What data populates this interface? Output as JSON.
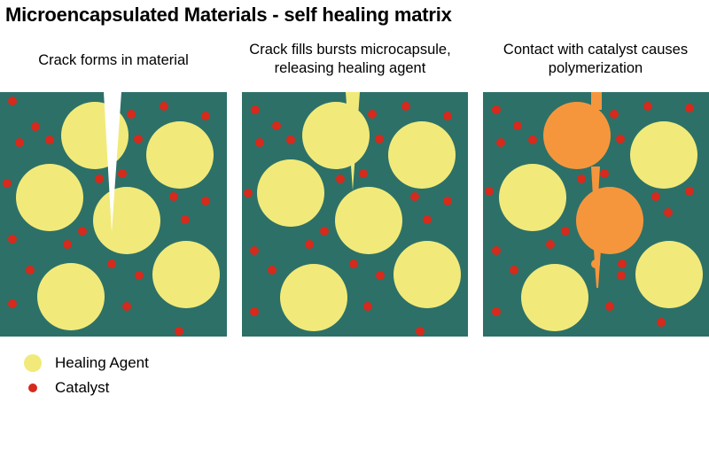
{
  "title": "Microencapsulated Materials - self healing matrix",
  "panels": [
    {
      "caption_lines": [
        "Crack forms in material"
      ]
    },
    {
      "caption_lines": [
        "Crack fills bursts microcapsule,",
        "releasing healing agent"
      ]
    },
    {
      "caption_lines": [
        "Contact with catalyst causes",
        "polymerization"
      ]
    }
  ],
  "legend": [
    {
      "label": "Healing Agent",
      "shape": "large-circle",
      "color": "#f1ea7a"
    },
    {
      "label": "Catalyst",
      "shape": "small-dot",
      "color": "#d52a1c"
    }
  ],
  "colors": {
    "matrix": "#2d7068",
    "healing_agent": "#f1ea7a",
    "catalyst": "#d52a1c",
    "polymerized": "#f6963c",
    "crack": "#ffffff"
  }
}
